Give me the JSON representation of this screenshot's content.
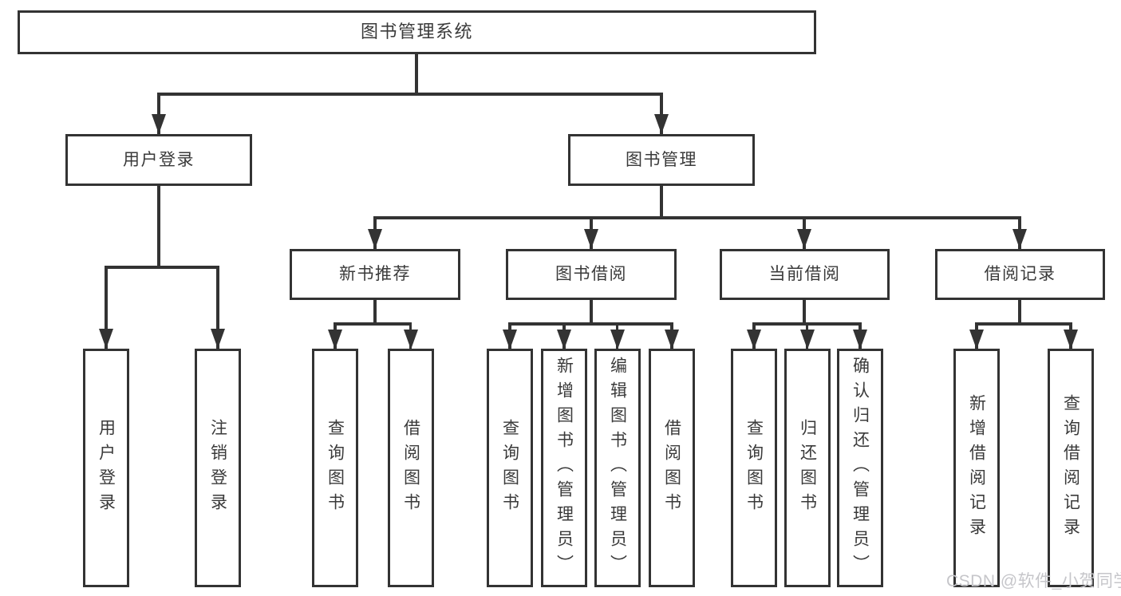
{
  "tree": {
    "root": {
      "label": "图书管理系统",
      "children": [
        {
          "label": "用户登录",
          "children": [
            {
              "label": "用户登录"
            },
            {
              "label": "注销登录"
            }
          ]
        },
        {
          "label": "图书管理",
          "children": [
            {
              "label": "新书推荐",
              "children": [
                {
                  "label": "查询图书"
                },
                {
                  "label": "借阅图书"
                }
              ]
            },
            {
              "label": "图书借阅",
              "children": [
                {
                  "label": "查询图书"
                },
                {
                  "label": "新增图书（管理员）"
                },
                {
                  "label": "编辑图书（管理员）"
                },
                {
                  "label": "借阅图书"
                }
              ]
            },
            {
              "label": "当前借阅",
              "children": [
                {
                  "label": "查询图书"
                },
                {
                  "label": "归还图书"
                },
                {
                  "label": "确认归还（管理员）"
                }
              ]
            },
            {
              "label": "借阅记录",
              "children": [
                {
                  "label": "新增借阅记录"
                },
                {
                  "label": "查询借阅记录"
                }
              ]
            }
          ]
        }
      ]
    }
  },
  "watermark": {
    "text": "CSDN @软件_小贺同学"
  },
  "colors": {
    "line": "#333333",
    "text": "#3a3a3a",
    "watermark": "#c6c6ca",
    "background": "#ffffff"
  }
}
